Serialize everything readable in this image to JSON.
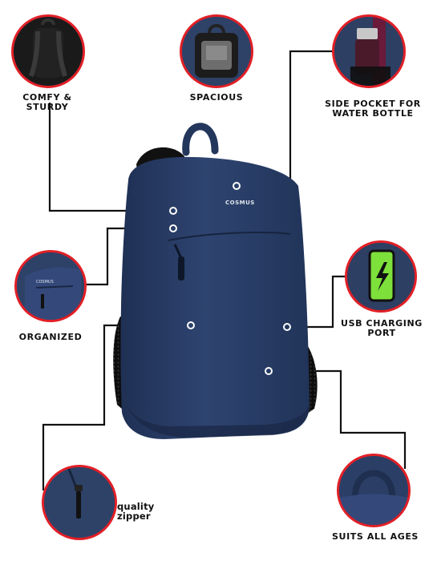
{
  "brand": "COSMUS",
  "colors": {
    "accent": "#e21f26",
    "bag_navy": "#2b3f66",
    "mesh_black": "#111111",
    "battery_green": "#7ee03a"
  },
  "features": [
    {
      "id": "comfy",
      "label": "COMFY & STURDY",
      "icon": "backpack-straps-icon"
    },
    {
      "id": "spacious",
      "label": "SPACIOUS",
      "icon": "open-compartment-icon"
    },
    {
      "id": "side-pocket",
      "label_line1": "SIDE POCKET FOR",
      "label_line2": "WATER BOTTLE",
      "icon": "water-bottle-icon"
    },
    {
      "id": "organized",
      "label": "ORGANIZED",
      "icon": "front-pocket-icon"
    },
    {
      "id": "usb",
      "label_line1": "USB CHARGING",
      "label_line2": "PORT",
      "icon": "battery-charging-icon"
    },
    {
      "id": "zipper",
      "label": "quality zipper",
      "icon": "zipper-icon"
    },
    {
      "id": "ages",
      "label": "SUITS ALL AGES",
      "icon": "handle-icon"
    }
  ]
}
